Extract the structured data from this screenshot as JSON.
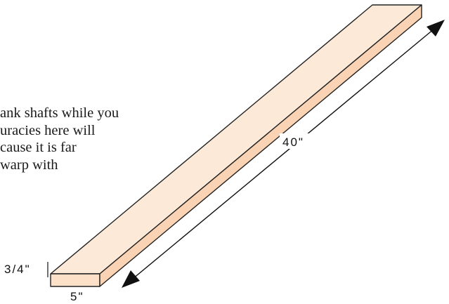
{
  "text_lines": [
    "ank shafts while you",
    "uracies here will",
    "cause it is far",
    "warp with"
  ],
  "dimensions": {
    "length": "40\"",
    "width": "5\"",
    "thickness": "3/4\""
  },
  "colors": {
    "board_face": "#fde0c8",
    "board_top": "#fce9d8",
    "outline": "#222222",
    "arrow": "#111111"
  }
}
